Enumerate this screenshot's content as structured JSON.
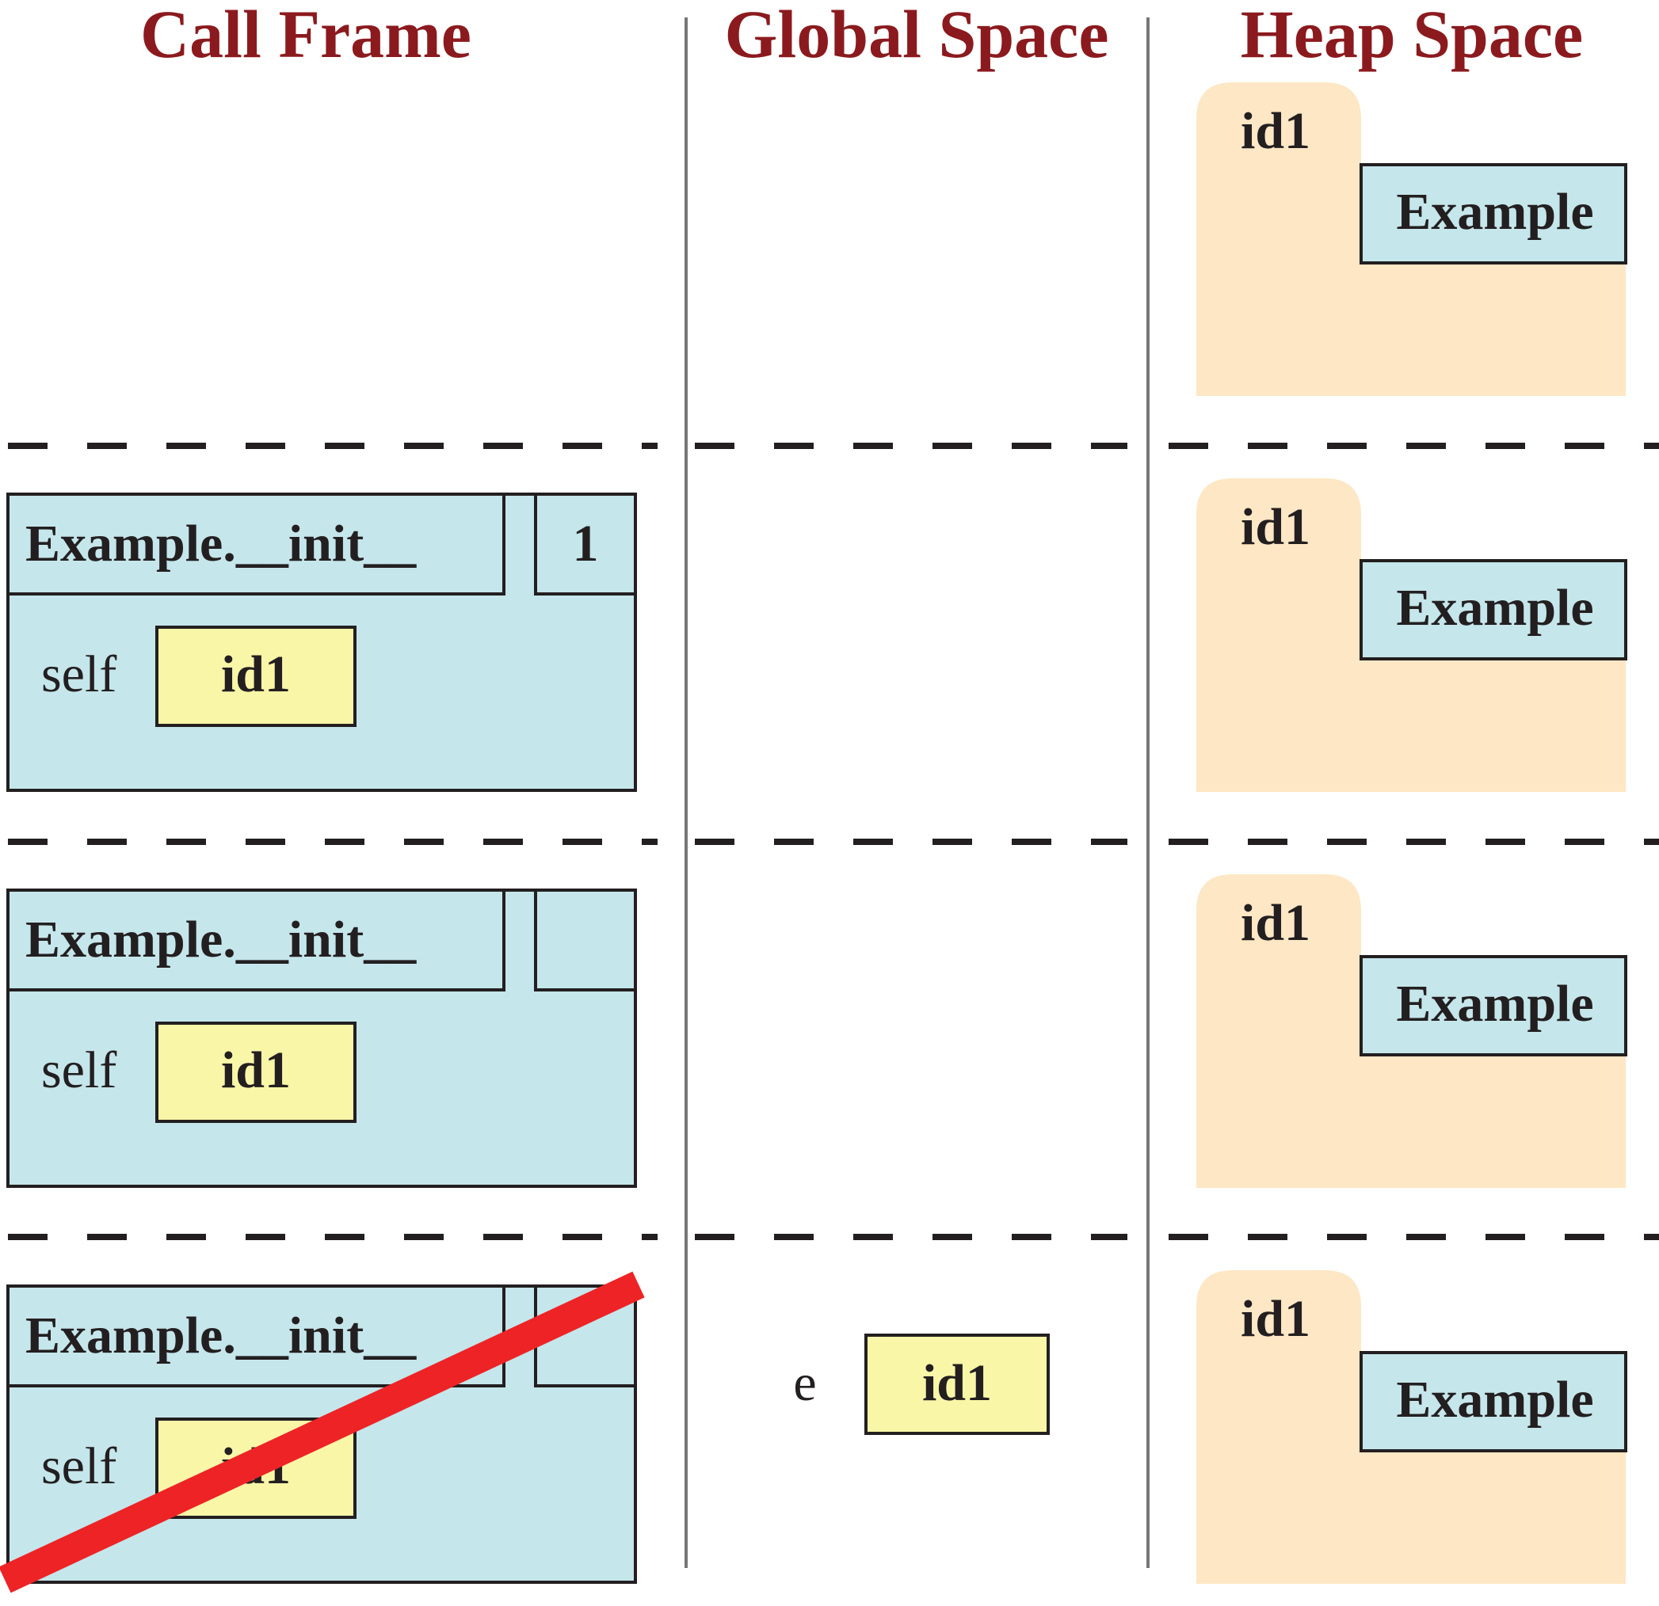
{
  "headers": {
    "call_frame": "Call Frame",
    "global_space": "Global Space",
    "heap_space": "Heap Space"
  },
  "colors": {
    "header": "#8b1a1e",
    "frame_fill": "#c5e6eb",
    "value_fill": "#f9f6a8",
    "heap_fill": "#fde7c5",
    "stroke": "#231f20",
    "divider": "#777777",
    "cross": "#ee2326"
  },
  "rows": [
    {
      "call_frame": null,
      "global": null,
      "heap": {
        "id": "id1",
        "class_name": "Example"
      }
    },
    {
      "call_frame": {
        "name": "Example.__init__",
        "line": "1",
        "var": "self",
        "value": "id1",
        "crossed_out": false
      },
      "global": null,
      "heap": {
        "id": "id1",
        "class_name": "Example"
      }
    },
    {
      "call_frame": {
        "name": "Example.__init__",
        "line": "",
        "var": "self",
        "value": "id1",
        "crossed_out": false
      },
      "global": null,
      "heap": {
        "id": "id1",
        "class_name": "Example"
      }
    },
    {
      "call_frame": {
        "name": "Example.__init__",
        "line": "",
        "var": "self",
        "value": "id1",
        "crossed_out": true
      },
      "global": {
        "var": "e",
        "value": "id1"
      },
      "heap": {
        "id": "id1",
        "class_name": "Example"
      }
    }
  ]
}
